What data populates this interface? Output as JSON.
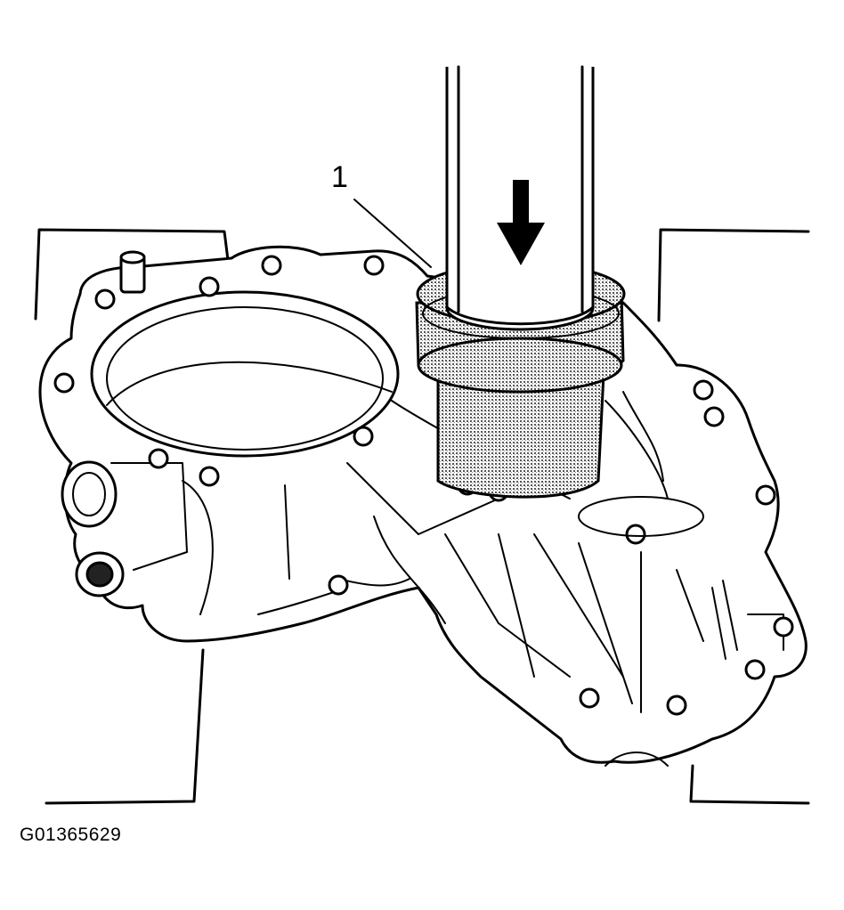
{
  "figure": {
    "id": "G01365629",
    "callouts": [
      {
        "number": "1",
        "target": "installer-tool"
      }
    ]
  },
  "icons": {
    "press-direction": "arrow-down-icon"
  },
  "colors": {
    "line": "#000000",
    "background": "#ffffff",
    "shading": "#8a8a8a"
  }
}
